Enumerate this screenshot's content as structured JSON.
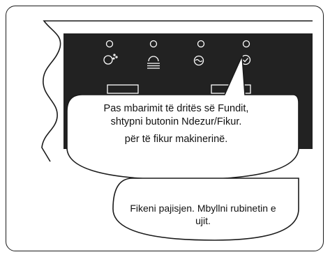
{
  "callout_top": {
    "line1": "Pas mbarimit të dritës së Fundit,",
    "line2": "shtypni butonin Ndezur/Fikur.",
    "line3": "për të fikur makinerinë."
  },
  "callout_bottom": {
    "text": "Fikeni pajisjen. Mbyllni rubinetin e ujit."
  },
  "panel": {
    "indicators": [
      "drying-icon",
      "prewash-icon",
      "wash-icon",
      "finish-icon"
    ],
    "colors": {
      "panel": "#222222",
      "icon": "#ffffff",
      "outline": "#1a1a1a"
    }
  }
}
